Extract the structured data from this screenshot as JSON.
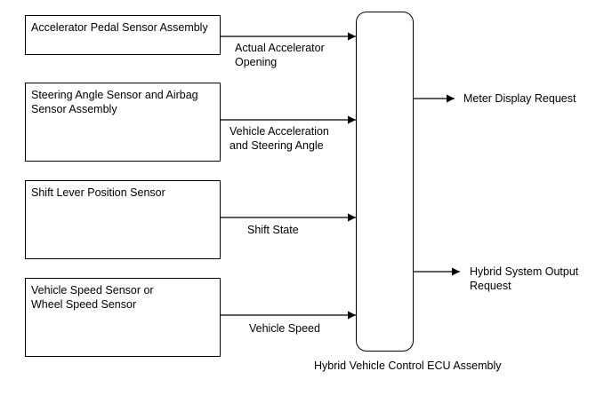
{
  "inputs": [
    {
      "box_label": "Accelerator Pedal Sensor Assembly",
      "signal_line1": "Actual Accelerator",
      "signal_line2": "Opening"
    },
    {
      "box_label_line1": "Steering Angle Sensor and Airbag",
      "box_label_line2": "Sensor Assembly",
      "signal_line1": "Vehicle Acceleration",
      "signal_line2": "and Steering Angle"
    },
    {
      "box_label": "Shift Lever Position Sensor",
      "signal_line1": "Shift State"
    },
    {
      "box_label_line1": "Vehicle Speed Sensor or",
      "box_label_line2": "Wheel Speed Sensor",
      "signal_line1": "Vehicle Speed"
    }
  ],
  "outputs": [
    {
      "label_line1": "Meter Display Request"
    },
    {
      "label_line1": "Hybrid System Output",
      "label_line2": "Request"
    }
  ],
  "ecu": {
    "label": "Hybrid Vehicle Control ECU Assembly"
  }
}
